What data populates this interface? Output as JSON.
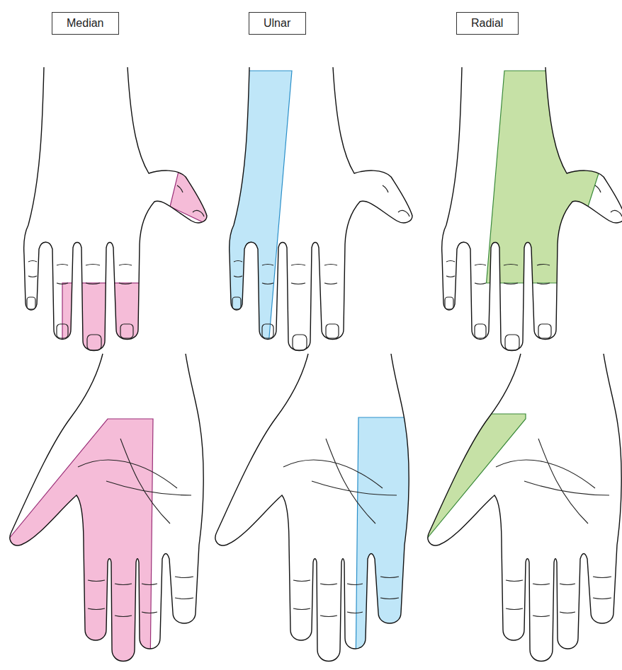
{
  "diagram": {
    "nodes": [
      {
        "text": [
          "Median"
        ]
      },
      {
        "text": [
          "Ulnar"
        ]
      },
      {
        "text": [
          "Radial"
        ]
      }
    ]
  }
}
